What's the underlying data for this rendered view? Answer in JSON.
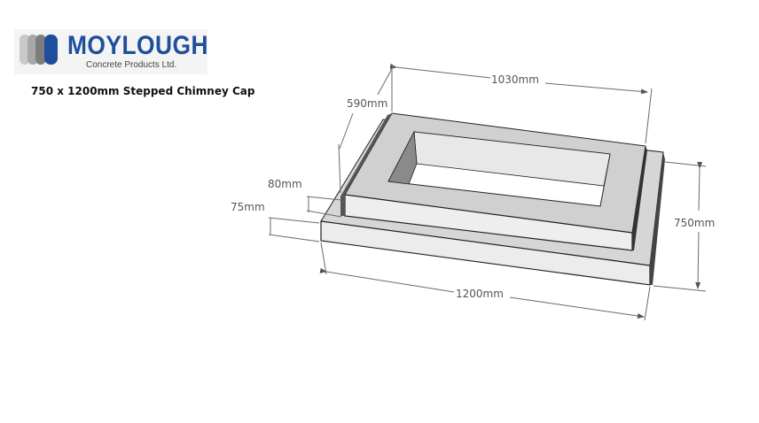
{
  "logo": {
    "brand": "MOYLOUGH",
    "subtitle": "Concrete Products Ltd.",
    "brand_color": "#1f4e9c"
  },
  "title": "750 x 1200mm Stepped Chimney Cap",
  "dimensions": {
    "top_length": "1030mm",
    "top_depth": "590mm",
    "upper_height": "80mm",
    "lower_height": "75mm",
    "base_depth": "750mm",
    "base_length": "1200mm"
  },
  "colors": {
    "concrete_top": "#d4d4d4",
    "concrete_face": "#ebebeb",
    "inner_shadow": "#8a8a8a",
    "dimension_line": "#6a6a6a"
  }
}
